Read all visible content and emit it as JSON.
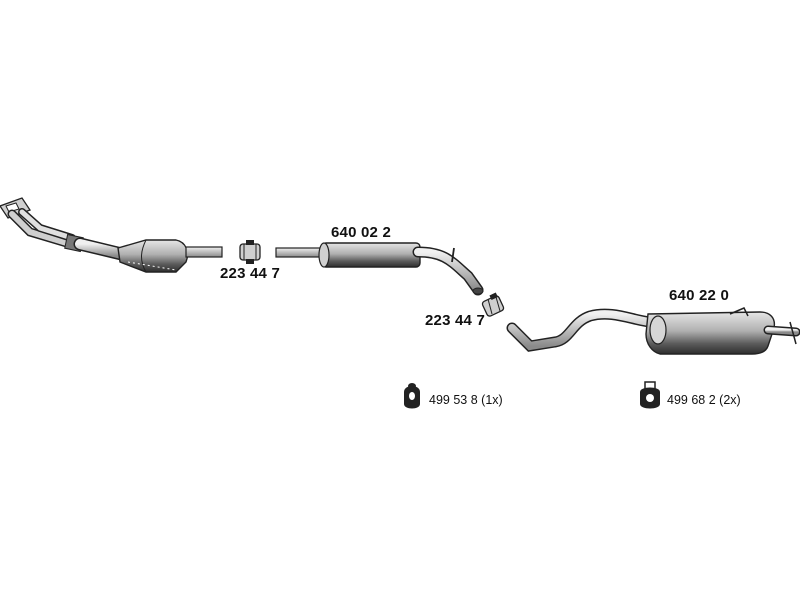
{
  "parts": {
    "front_pipe": {
      "icon": "front-pipe-catalytic-converter"
    },
    "clamp_1": {
      "number": "223 44 7",
      "icon": "clamp-icon"
    },
    "middle_silencer": {
      "number": "640 02 2",
      "icon": "middle-silencer"
    },
    "clamp_2": {
      "number": "223 44 7",
      "icon": "clamp-icon"
    },
    "rear_silencer": {
      "number": "640 22 0",
      "icon": "rear-silencer"
    },
    "rubber_mount_1": {
      "number": "499 53 8",
      "qty": "(1x)",
      "icon": "rubber-mount-ring-icon"
    },
    "rubber_mount_2": {
      "number": "499 68 2",
      "qty": "(2x)",
      "icon": "rubber-mount-hanger-icon"
    }
  },
  "colors": {
    "line": "#222222",
    "metal_light": "#d9d9d9",
    "metal_mid": "#a8a8a8",
    "metal_dark": "#3a3a3a"
  }
}
